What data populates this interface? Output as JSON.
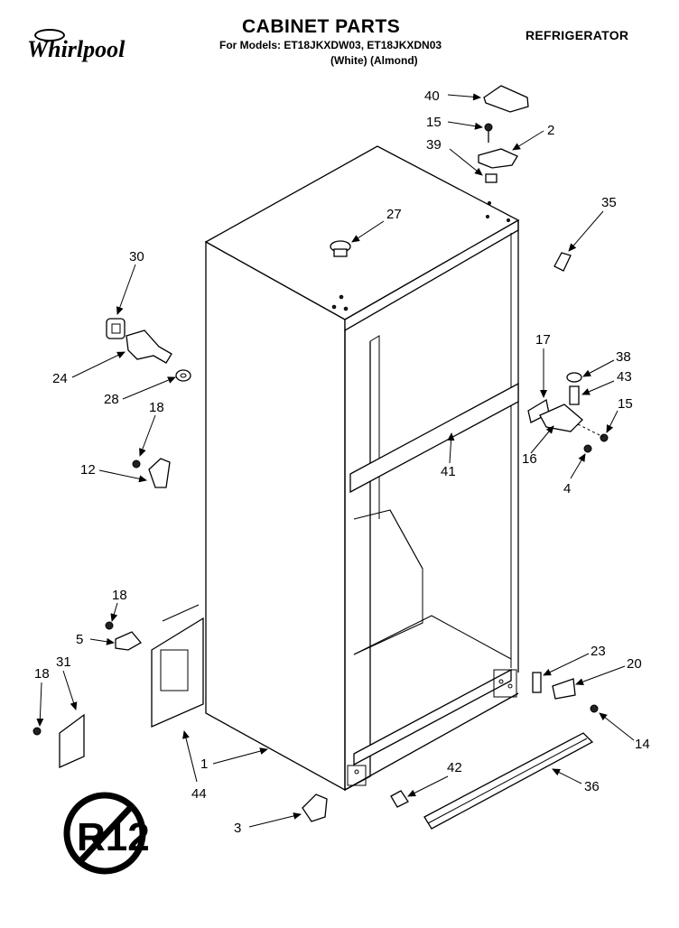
{
  "header": {
    "title": "CABINET PARTS",
    "models": "For Models: ET18JKXDW03, ET18JKXDN03",
    "variants": "(White)    (Almond)",
    "category": "REFRIGERATOR",
    "brand": "Whirlpool"
  },
  "callouts": [
    {
      "id": "40",
      "label": "40"
    },
    {
      "id": "15a",
      "label": "15"
    },
    {
      "id": "2",
      "label": "2"
    },
    {
      "id": "39",
      "label": "39"
    },
    {
      "id": "27",
      "label": "27"
    },
    {
      "id": "35",
      "label": "35"
    },
    {
      "id": "30",
      "label": "30"
    },
    {
      "id": "24",
      "label": "24"
    },
    {
      "id": "28",
      "label": "28"
    },
    {
      "id": "18a",
      "label": "18"
    },
    {
      "id": "12",
      "label": "12"
    },
    {
      "id": "17",
      "label": "17"
    },
    {
      "id": "38",
      "label": "38"
    },
    {
      "id": "43",
      "label": "43"
    },
    {
      "id": "15b",
      "label": "15"
    },
    {
      "id": "16",
      "label": "16"
    },
    {
      "id": "4",
      "label": "4"
    },
    {
      "id": "41",
      "label": "41"
    },
    {
      "id": "18b",
      "label": "18"
    },
    {
      "id": "5",
      "label": "5"
    },
    {
      "id": "31",
      "label": "31"
    },
    {
      "id": "18c",
      "label": "18"
    },
    {
      "id": "23",
      "label": "23"
    },
    {
      "id": "20",
      "label": "20"
    },
    {
      "id": "14",
      "label": "14"
    },
    {
      "id": "1",
      "label": "1"
    },
    {
      "id": "44",
      "label": "44"
    },
    {
      "id": "42",
      "label": "42"
    },
    {
      "id": "36",
      "label": "36"
    },
    {
      "id": "3",
      "label": "3"
    }
  ],
  "seal": {
    "text": "R12"
  }
}
